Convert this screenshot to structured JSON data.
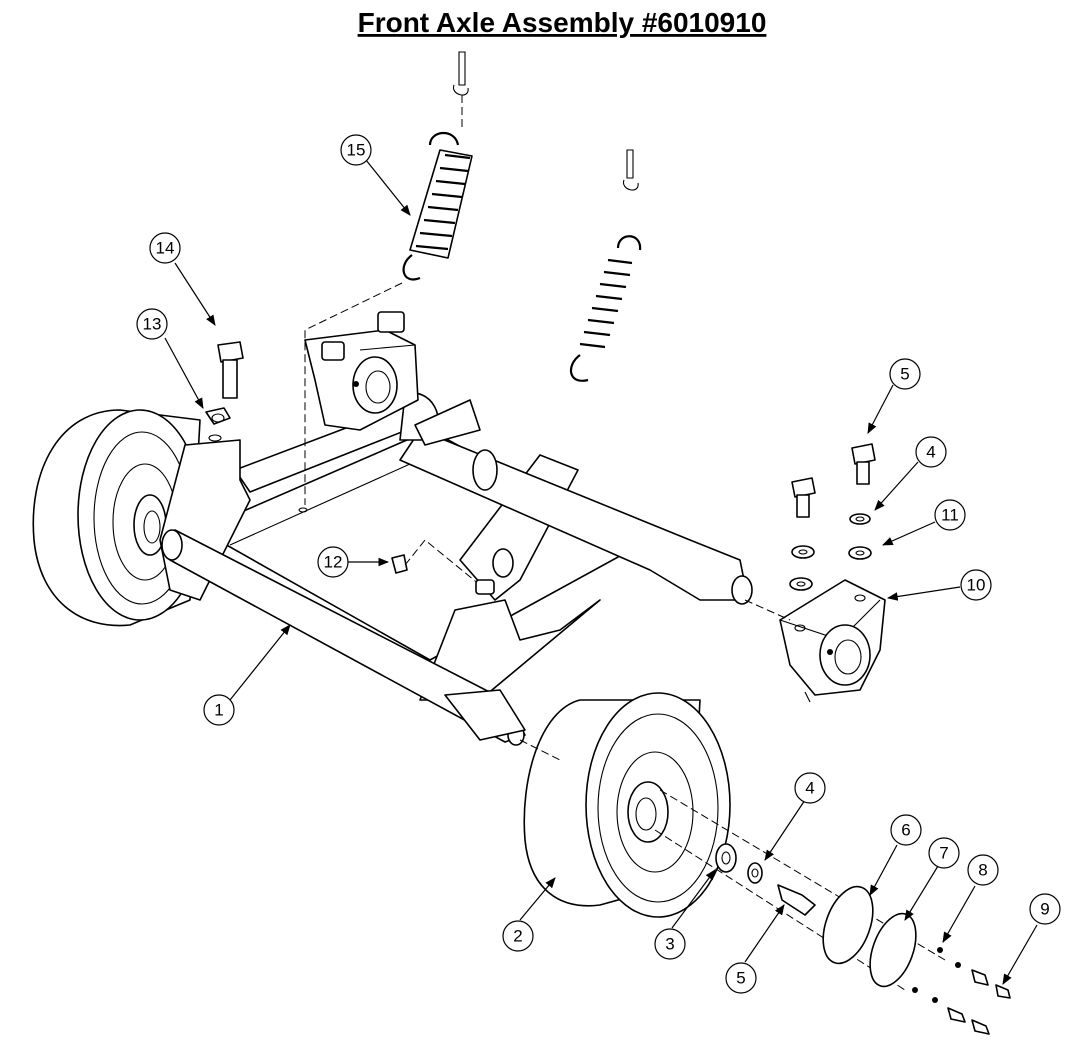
{
  "title": "Front Axle Assembly #6010910",
  "callouts": [
    {
      "label": "15"
    },
    {
      "label": "14"
    },
    {
      "label": "13"
    },
    {
      "label": "5"
    },
    {
      "label": "4"
    },
    {
      "label": "11"
    },
    {
      "label": "10"
    },
    {
      "label": "12"
    },
    {
      "label": "1"
    },
    {
      "label": "4"
    },
    {
      "label": "6"
    },
    {
      "label": "7"
    },
    {
      "label": "8"
    },
    {
      "label": "9"
    },
    {
      "label": "2"
    },
    {
      "label": "3"
    },
    {
      "label": "5"
    }
  ]
}
